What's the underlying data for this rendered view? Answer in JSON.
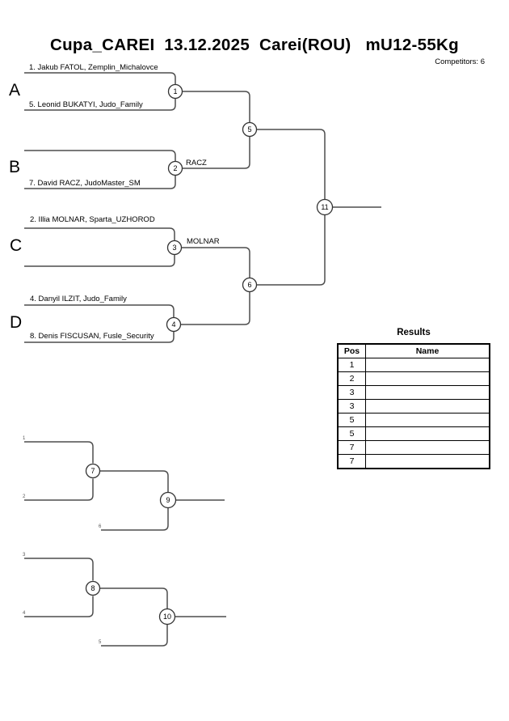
{
  "page": {
    "title": "Cupa_CAREI  13.12.2025  Carei(ROU)   mU12-55Kg",
    "competitors": "Competitors: 6"
  },
  "main_bracket": {
    "pools": [
      {
        "letter": "A",
        "match": "1",
        "top": "1. Jakub FATOL, Zemplin_Michalovce",
        "bottom": "5. Leonid BUKATYI, Judo_Family",
        "winner": ""
      },
      {
        "letter": "B",
        "match": "2",
        "top": "",
        "bottom": "7. David RACZ, JudoMaster_SM",
        "winner": "RACZ"
      },
      {
        "letter": "C",
        "match": "3",
        "top": "2. Illia MOLNAR, Sparta_UZHOROD",
        "bottom": "",
        "winner": "MOLNAR"
      },
      {
        "letter": "D",
        "match": "4",
        "top": "4. Danyil ILZIT, Judo_Family",
        "bottom": "8. Denis FISCUSAN, Fusle_Security",
        "winner": ""
      }
    ],
    "semifinal_matches": [
      "5",
      "6"
    ],
    "final_match": "11"
  },
  "repechage": {
    "top": {
      "feeder_top": "1",
      "feeder_bottom": "2",
      "feeder_cross": "6",
      "first_match": "7",
      "final_match": "9"
    },
    "bottom": {
      "feeder_top": "3",
      "feeder_bottom": "4",
      "feeder_cross": "5",
      "first_match": "8",
      "final_match": "10"
    }
  },
  "results_table": {
    "title": "Results",
    "col_pos": "Pos",
    "col_name": "Name",
    "rows": [
      {
        "pos": "1",
        "name": ""
      },
      {
        "pos": "2",
        "name": ""
      },
      {
        "pos": "3",
        "name": ""
      },
      {
        "pos": "3",
        "name": ""
      },
      {
        "pos": "5",
        "name": ""
      },
      {
        "pos": "5",
        "name": ""
      },
      {
        "pos": "7",
        "name": ""
      },
      {
        "pos": "7",
        "name": ""
      }
    ]
  },
  "colors": {
    "line": "#4d4d4d",
    "circle_stroke": "#333333",
    "text": "#000000"
  }
}
